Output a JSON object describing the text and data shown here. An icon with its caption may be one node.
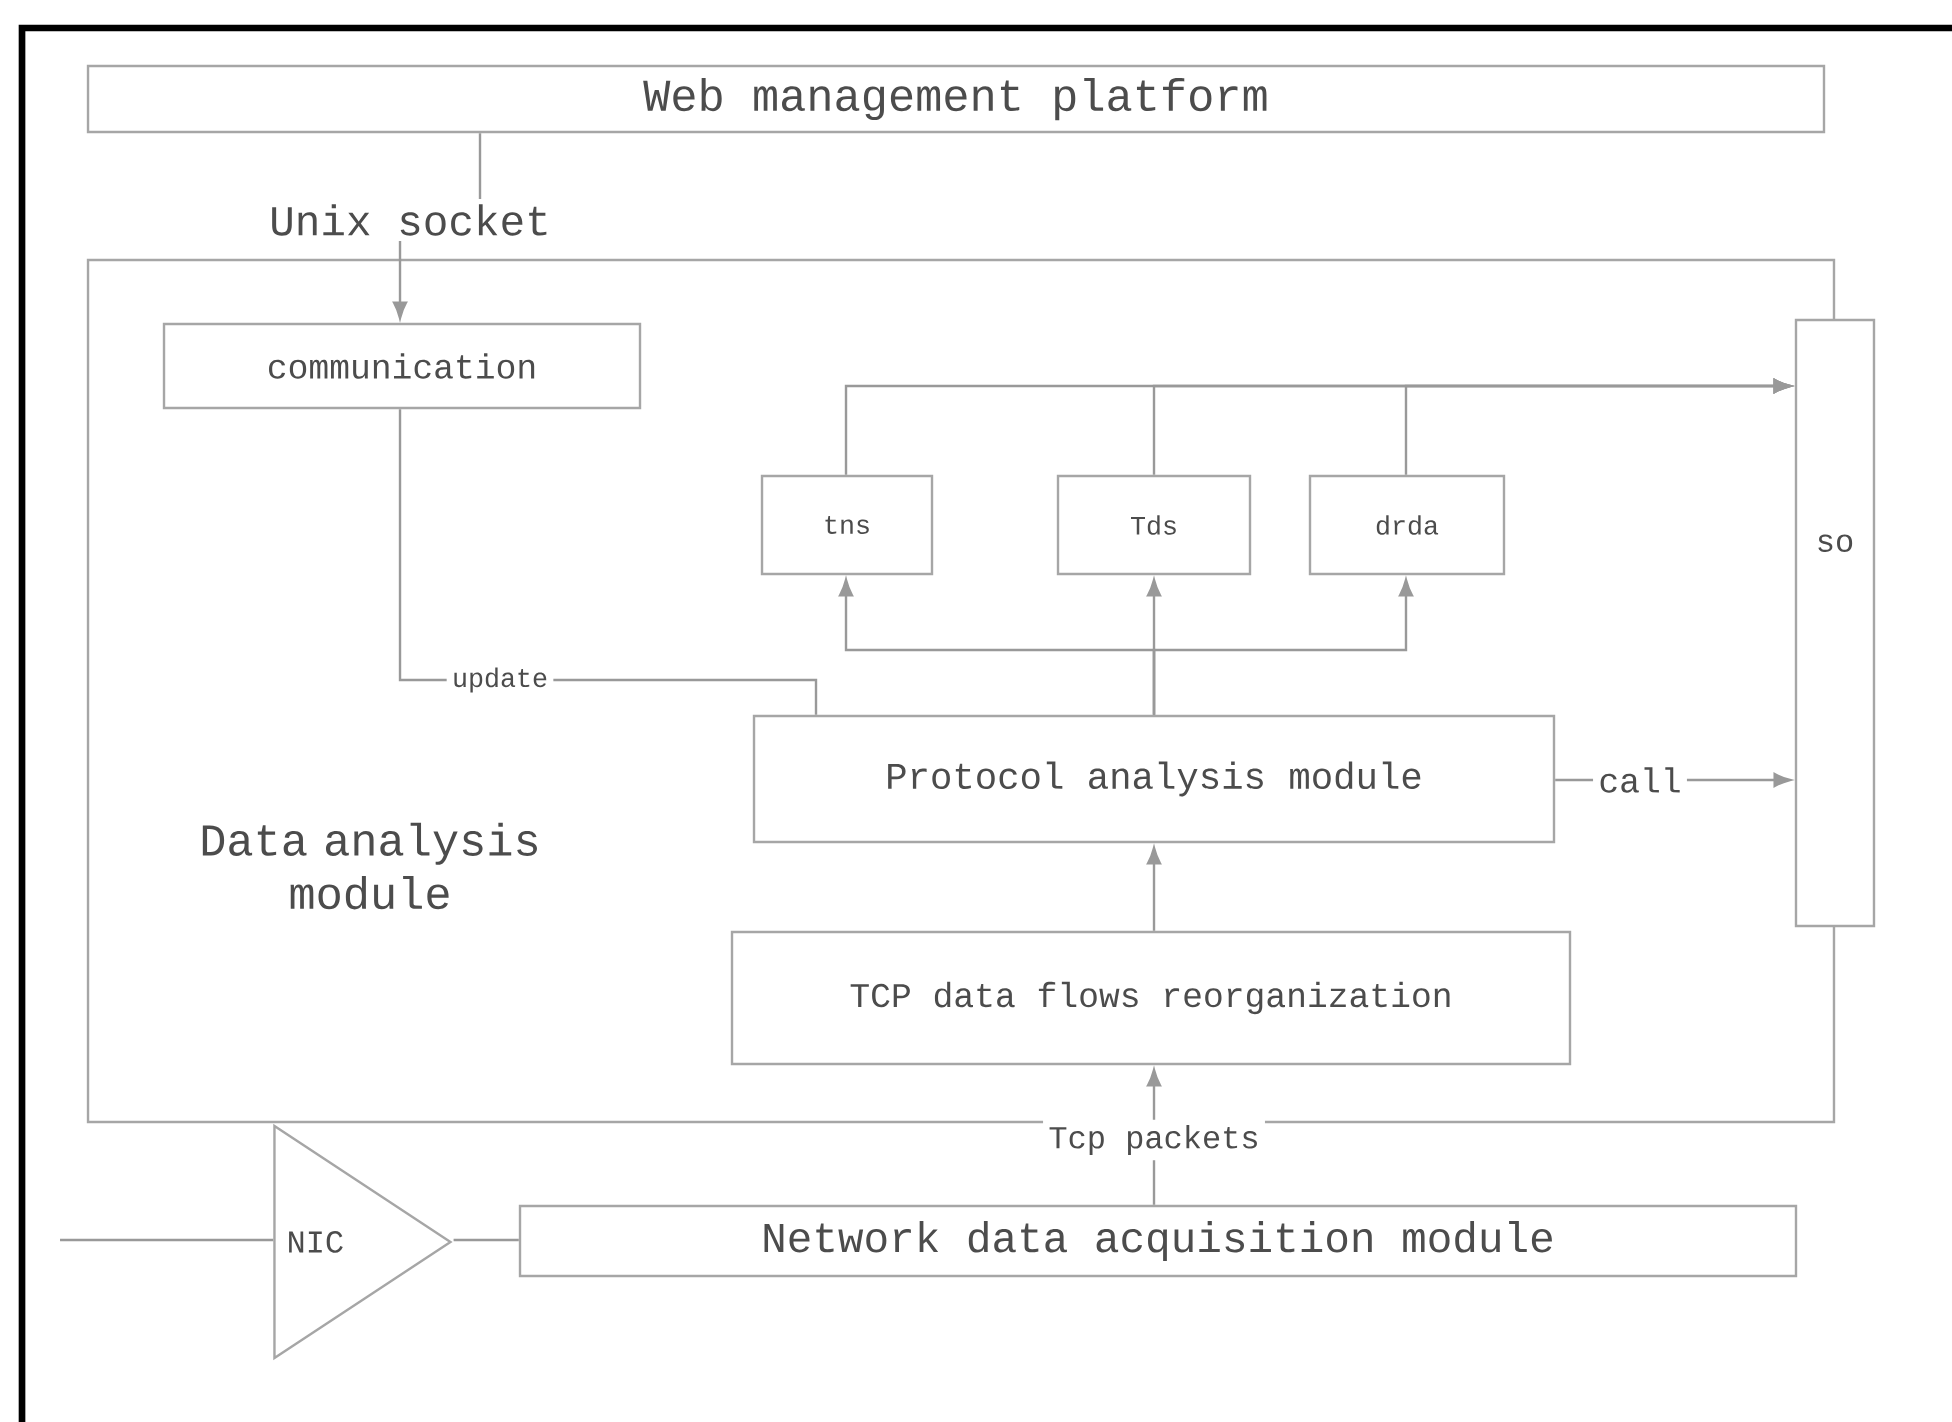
{
  "diagram": {
    "nodes": [
      {
        "text": [
          "Web management platform"
        ]
      },
      {
        "text": [
          "Data analysis module"
        ]
      },
      {
        "text": [
          "communication"
        ],
        "in": 1
      },
      {
        "text": [
          "tns"
        ],
        "in": 1
      },
      {
        "text": [
          "Tds"
        ],
        "in": 1
      },
      {
        "text": [
          "drda"
        ],
        "in": 1
      },
      {
        "text": [
          "so"
        ]
      },
      {
        "text": [
          "Protocol analysis module"
        ],
        "in": 1
      },
      {
        "text": [
          "TCP data flows reorganization"
        ],
        "in": 1
      },
      {
        "text": [
          "NIC"
        ]
      },
      {
        "text": [
          "Network data acquisition module"
        ]
      }
    ],
    "edges": [
      {
        "from": 0,
        "to": 2,
        "arrow": "to",
        "label": "Unix socket"
      },
      {
        "from": 2,
        "to": 7,
        "arrow": "none",
        "label": "update"
      },
      {
        "from": 7,
        "to": 3,
        "arrow": "to"
      },
      {
        "from": 7,
        "to": 4,
        "arrow": "to"
      },
      {
        "from": 7,
        "to": 5,
        "arrow": "to"
      },
      {
        "from": 3,
        "to": 6,
        "arrow": "to"
      },
      {
        "from": 4,
        "to": 6,
        "arrow": "to"
      },
      {
        "from": 5,
        "to": 6,
        "arrow": "to"
      },
      {
        "from": 7,
        "to": 6,
        "arrow": "to",
        "label": "call"
      },
      {
        "from": 8,
        "to": 7,
        "arrow": "to"
      },
      {
        "from": 10,
        "to": 8,
        "arrow": "to",
        "label": "Tcp packets"
      },
      {
        "from": null,
        "to": 9,
        "arrow": "none"
      },
      {
        "from": 9,
        "to": 10,
        "arrow": "none"
      }
    ]
  }
}
